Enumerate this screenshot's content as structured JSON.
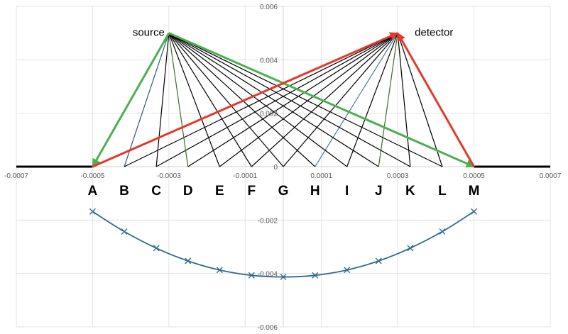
{
  "chart_data": {
    "type": "scatter",
    "xlim": [
      -0.0007,
      0.0007
    ],
    "ylim": [
      -0.006,
      0.006
    ],
    "grid": true,
    "x_ticks": [
      "-0.0007",
      "-0.0005",
      "-0.0003",
      "-0.0001",
      "0.0001",
      "0.0003",
      "0.0005",
      "0.0007"
    ],
    "x_tick_values": [
      -0.0007,
      -0.0005,
      -0.0003,
      -0.0001,
      0.0001,
      0.0003,
      0.0005,
      0.0007
    ],
    "y_ticks": [
      "0.006",
      "0.004",
      "0.002",
      "0",
      "-0.002",
      "-0.004",
      "-0.006"
    ],
    "y_tick_values": [
      0.006,
      0.004,
      0.002,
      0,
      -0.002,
      -0.004,
      -0.006
    ],
    "source": {
      "label": "source",
      "x": -0.0003,
      "y": 0.005
    },
    "detector": {
      "label": "detector",
      "x": 0.0003,
      "y": 0.005
    },
    "surface_points": {
      "labels": [
        "A",
        "B",
        "C",
        "D",
        "E",
        "F",
        "G",
        "H",
        "I",
        "J",
        "K",
        "L",
        "M"
      ],
      "x": [
        -0.0005,
        -0.000417,
        -0.000333,
        -0.00025,
        -0.000167,
        -8.33e-05,
        0,
        8.33e-05,
        0.000167,
        0.00025,
        0.000333,
        0.000417,
        0.0005
      ],
      "y": 0
    },
    "curve": {
      "x": [
        -0.0005,
        -0.000417,
        -0.000333,
        -0.00025,
        -0.000167,
        -8.33e-05,
        0,
        8.33e-05,
        0.000167,
        0.00025,
        0.000333,
        0.000417,
        0.0005
      ],
      "y": [
        -0.00168,
        -0.00243,
        -0.00305,
        -0.00353,
        -0.00387,
        -0.00407,
        -0.00413,
        -0.00407,
        -0.00387,
        -0.00353,
        -0.00305,
        -0.00243,
        -0.00168
      ],
      "color": "#2E6A8E",
      "marker": "x"
    },
    "highlight_rays": {
      "green": "#4CAF50",
      "red": "#E8372A",
      "source_rays": {
        "B": "#2E5A7A",
        "D": "#3B6E2A"
      },
      "detector_rays": {
        "H": "#4A7A9E",
        "J": "#3B6E2A"
      }
    }
  }
}
